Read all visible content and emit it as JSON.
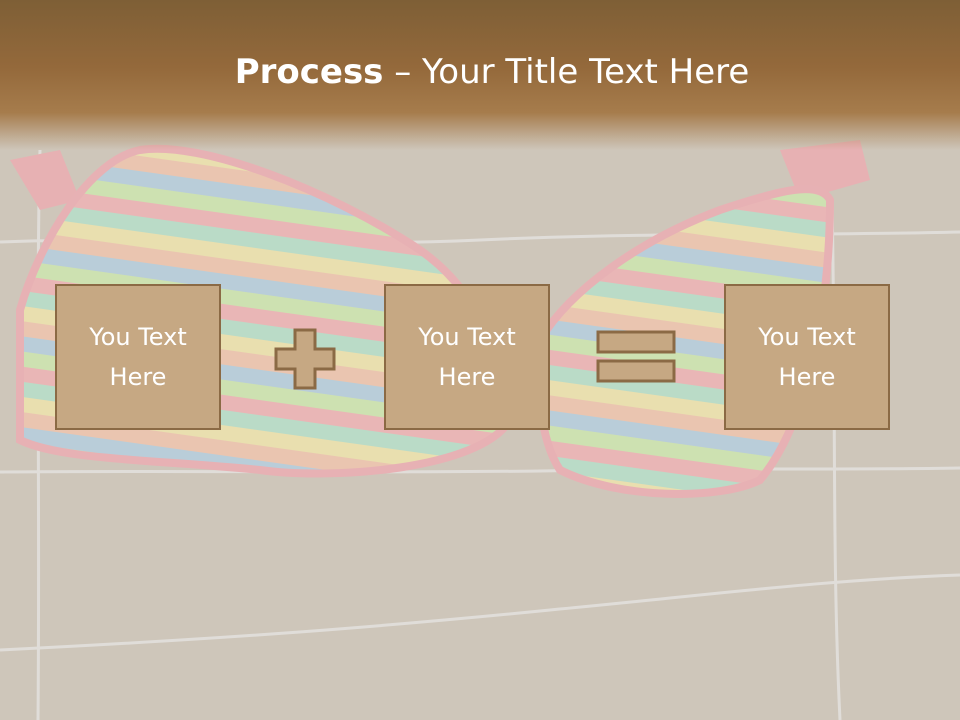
{
  "slide": {
    "title_bold": "Process",
    "title_rest": " – Your Title Text Here"
  },
  "boxes": [
    {
      "label": "You Text\nHere"
    },
    {
      "label": "You Text\nHere"
    },
    {
      "label": "You Text\nHere"
    }
  ],
  "operators": [
    "plus-icon",
    "equals-icon"
  ],
  "colors": {
    "header": "#8c6539",
    "box_fill": "#c6a883",
    "box_border": "#8b6a45",
    "text": "#ffffff"
  }
}
